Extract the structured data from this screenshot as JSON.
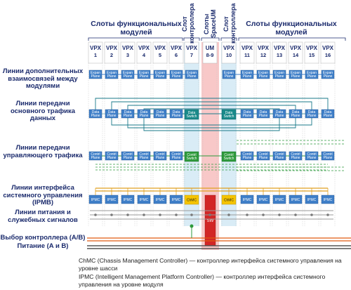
{
  "headers": {
    "left_group": "Слоты функциональных модулей",
    "right_group": "Слоты функциональных модулей",
    "controller_slot_left": "Слот контроллера",
    "spaceum_slots": "Слоты SpaceUM",
    "controller_slot_right": "Слот контроллера"
  },
  "slots": [
    {
      "top": "VPX",
      "num": "1"
    },
    {
      "top": "VPX",
      "num": "2"
    },
    {
      "top": "VPX",
      "num": "3"
    },
    {
      "top": "VPX",
      "num": "4"
    },
    {
      "top": "VPX",
      "num": "5"
    },
    {
      "top": "VPX",
      "num": "6"
    },
    {
      "top": "VPX",
      "num": "7"
    },
    {
      "top": "UM",
      "num": "8-9"
    },
    {
      "top": "VPX",
      "num": "10"
    },
    {
      "top": "VPX",
      "num": "11"
    },
    {
      "top": "VPX",
      "num": "12"
    },
    {
      "top": "VPX",
      "num": "13"
    },
    {
      "top": "VPX",
      "num": "14"
    },
    {
      "top": "VPX",
      "num": "15"
    },
    {
      "top": "VPX",
      "num": "16"
    }
  ],
  "row_labels": {
    "expansion": "Линии дополнительных взаимосвязей между модулями",
    "data": "Линии передачи основного трафика данных",
    "control": "Линии передачи управляющего трафика",
    "ipmb": "Линии интерфейса системного управления (IPMB)",
    "power": "Линии питания и служебных сигналов",
    "controller_select": "Выбор контроллера (A/B)",
    "power_ab": "Питание (A и B)"
  },
  "block_labels": {
    "expansion": [
      "Expan",
      "Plane"
    ],
    "data": [
      "Data",
      "Plane"
    ],
    "control": [
      "Contrl",
      "Plane"
    ],
    "data_switch": [
      "Data",
      "Switch"
    ],
    "control_switch": [
      "Contrl",
      "Switch"
    ],
    "ipmc": "IPMC",
    "chmc": "ChMC",
    "sw": "SW"
  },
  "legend": [
    "ChMC (Chassis Management Controller) — контроллер интерфейса системного управления на уровне шасси",
    "IPMC (Intelligent Management Platform Controller) — контроллер интерфейса системного управления на уровне модуля"
  ],
  "colors": {
    "text": "#1a2a6c",
    "plane_block": "#3f7fc8",
    "data_switch": "#1a8a8a",
    "control_switch": "#2e9a3c",
    "data_lines": "#1a7a8a",
    "control_lines": "#2e9a3c",
    "ipmb_line": "#e0a020",
    "chmc": "#f5c400",
    "sw": "#d22626",
    "um_column": "#f8c8c8",
    "controller_column": "#d9ecf6",
    "power_lines": "#9a9a9a",
    "selector_line": "#e05a10"
  }
}
